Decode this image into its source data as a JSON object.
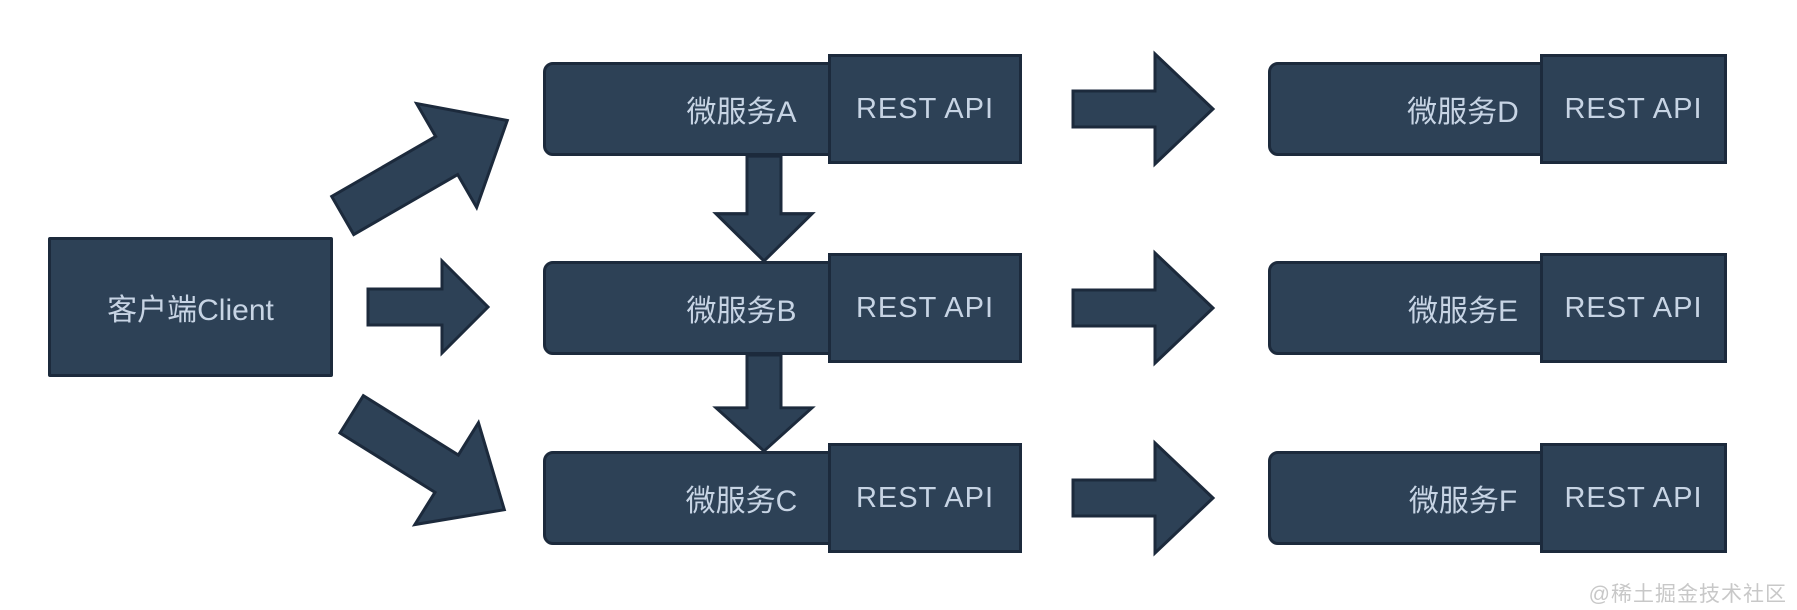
{
  "client": {
    "label": "客户端Client"
  },
  "left_services": [
    {
      "name": "微服务A",
      "api": "REST API"
    },
    {
      "name": "微服务B",
      "api": "REST API"
    },
    {
      "name": "微服务C",
      "api": "REST API"
    }
  ],
  "right_services": [
    {
      "name": "微服务D",
      "api": "REST API"
    },
    {
      "name": "微服务E",
      "api": "REST API"
    },
    {
      "name": "微服务F",
      "api": "REST API"
    }
  ],
  "watermark": {
    "text": "@稀土掘金技术社区"
  },
  "colors": {
    "box_fill": "#2d4156",
    "box_border": "#1c2a3c",
    "text": "#c7d4e4",
    "watermark": "#c8c8c8",
    "background": "#ffffff"
  }
}
